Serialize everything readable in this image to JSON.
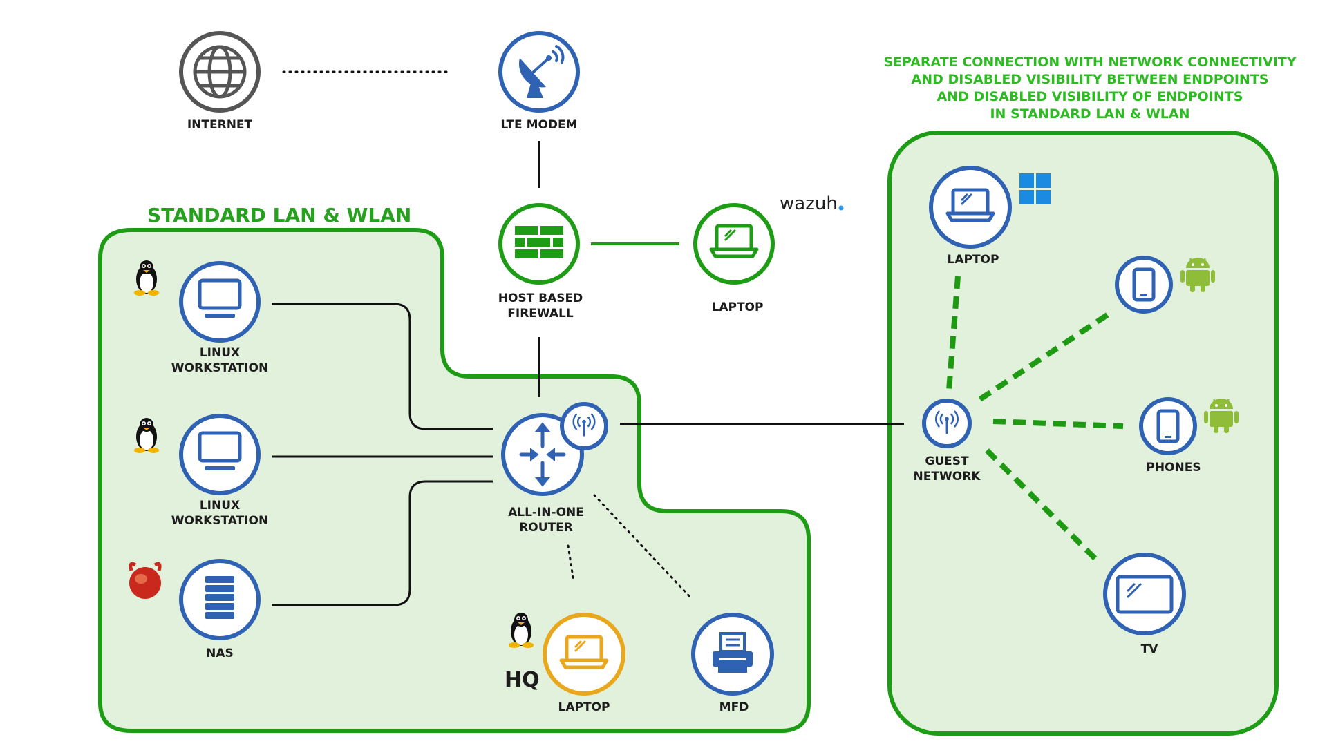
{
  "zones": {
    "standard_title": "STANDARD LAN & WLAN",
    "guest_note": [
      "SEPARATE CONNECTION WITH NETWORK CONNECTIVITY",
      "AND DISABLED VISIBILITY BETWEEN ENDPOINTS",
      "AND DISABLED VISIBILITY OF ENDPOINTS",
      "IN STANDARD LAN & WLAN"
    ]
  },
  "nodes": {
    "internet": "INTERNET",
    "lte_modem": "LTE MODEM",
    "firewall": [
      "HOST BASED",
      "FIREWALL"
    ],
    "wazuh_laptop": "LAPTOP",
    "wazuh_logo": "wazuh",
    "linux_ws_1": [
      "LINUX",
      "WORKSTATION"
    ],
    "linux_ws_2": [
      "LINUX",
      "WORKSTATION"
    ],
    "nas": "NAS",
    "router": [
      "ALL-IN-ONE",
      "ROUTER"
    ],
    "hq_label": "HQ",
    "hq_laptop": "LAPTOP",
    "mfd": "MFD",
    "guest_laptop": "LAPTOP",
    "guest_network": [
      "GUEST",
      "NETWORK"
    ],
    "phones": "PHONES",
    "tv": "TV"
  },
  "icons": {
    "internet": "globe-icon",
    "lte_modem": "satellite-dish-icon",
    "firewall": "brick-wall-icon",
    "laptop": "laptop-icon",
    "workstation": "monitor-icon",
    "nas": "server-stack-icon",
    "router": "router-arrows-icon",
    "wifi": "wifi-antenna-icon",
    "printer": "printer-icon",
    "tablet": "tablet-icon",
    "tv": "tv-icon",
    "linux": "tux-penguin-icon",
    "freebsd": "freebsd-daemon-icon",
    "windows": "windows-logo-icon",
    "android": "android-robot-icon"
  },
  "colors": {
    "zone_fill": "#e2f1dc",
    "zone_stroke": "#1f9c16",
    "device_blue": "#2f62b3",
    "firewall_green": "#1f9c16",
    "hq_orange": "#e8a71d",
    "windows_blue": "#1a8be0",
    "android_green": "#8fbd3a",
    "guest_link_green": "#1d9a12"
  }
}
